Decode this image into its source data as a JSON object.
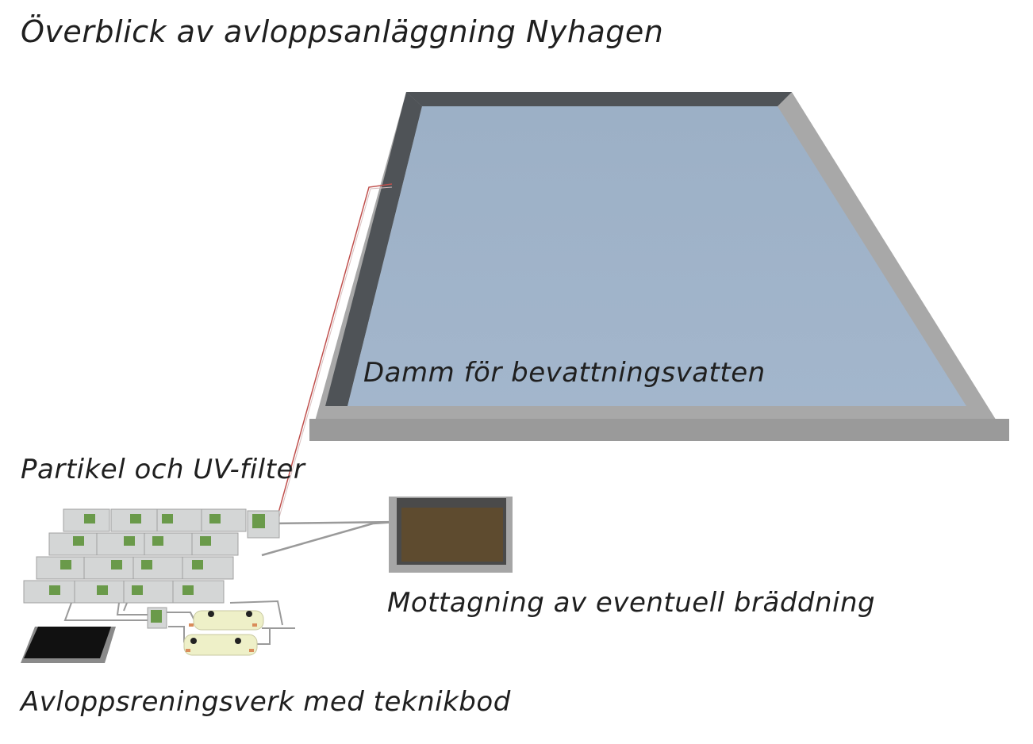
{
  "title": "Överblick av avloppsanläggning Nyhagen",
  "labels": {
    "pond": "Damm för bevattningsvatten",
    "filter": "Partikel och UV-filter",
    "overflow": "Mottagning av eventuell bräddning",
    "plant": "Avloppsreningsverk med teknikbod"
  },
  "colors": {
    "water": "#9caec4",
    "pond_rim": "#a5a5a5",
    "pond_inner_wall": "#505458",
    "overflow_fill": "#5e4b2f",
    "module_green": "#6a9a4a",
    "module_grey": "#d4d6d6",
    "tank_yellow": "#eef0c8",
    "pipe_red": "#c0504d"
  }
}
